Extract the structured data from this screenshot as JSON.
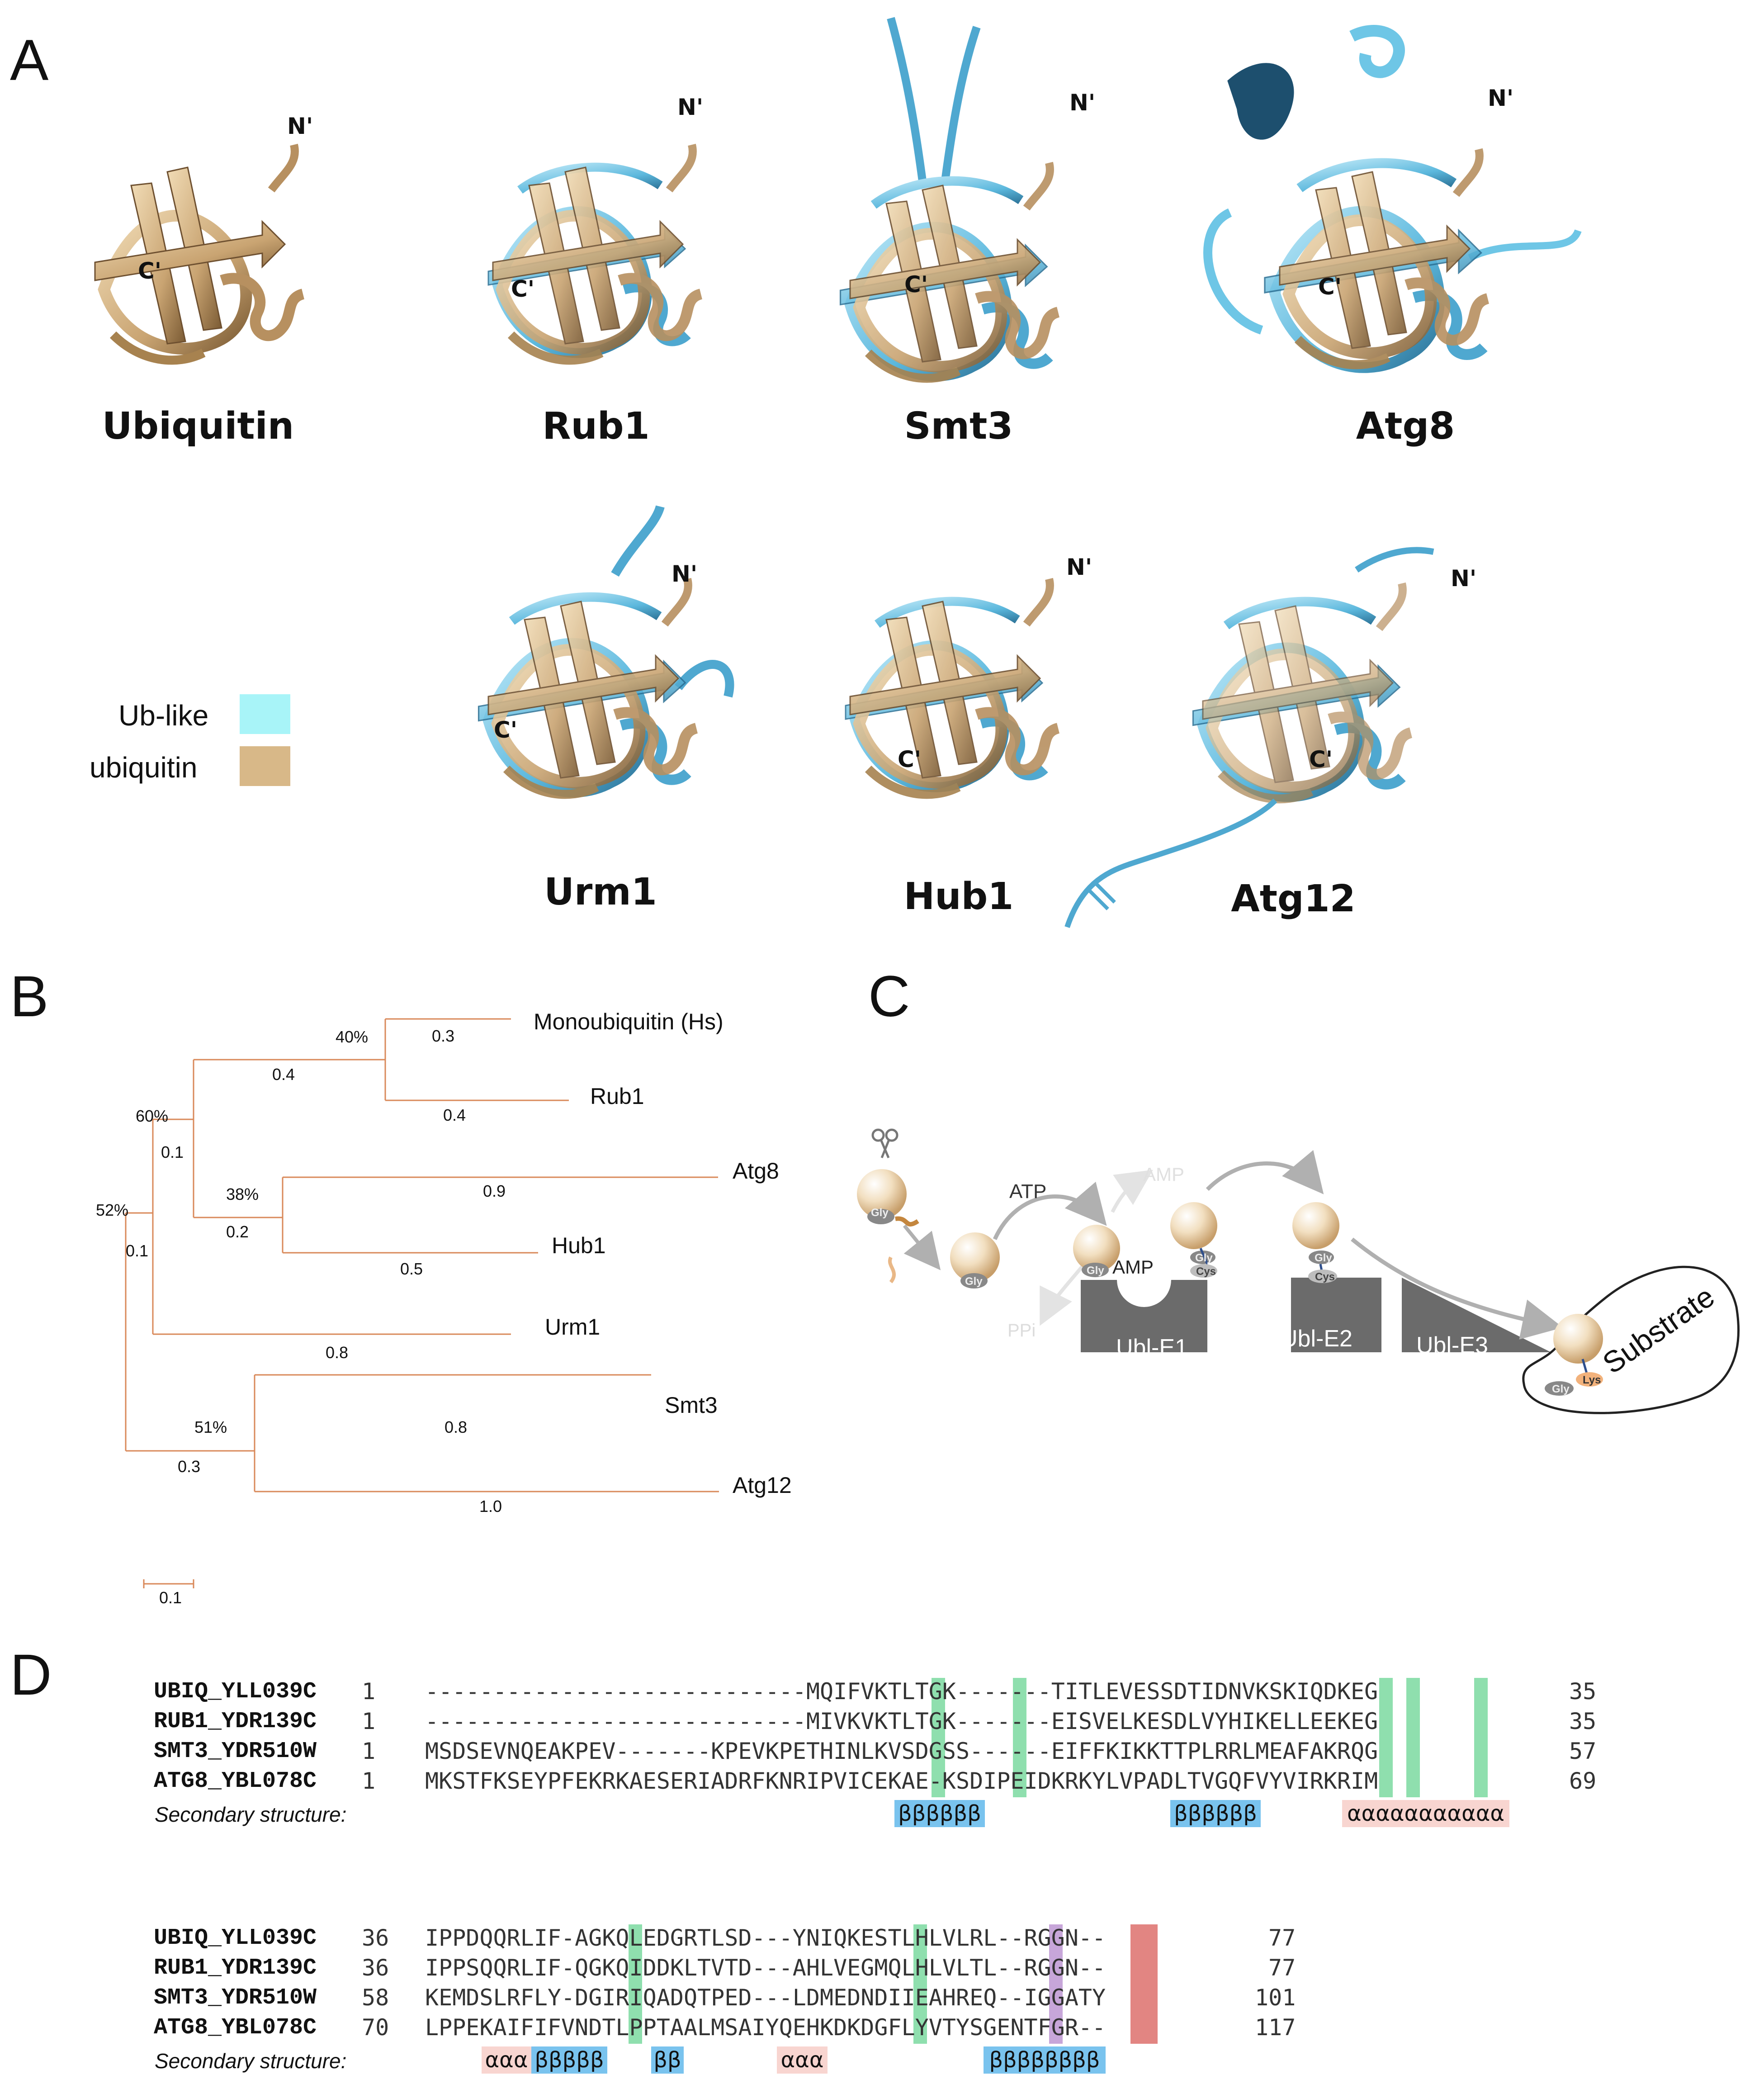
{
  "panel_letters": {
    "a": "A",
    "b": "B",
    "c": "C",
    "d": "D"
  },
  "panel_a": {
    "structures": [
      {
        "name": "Ubiquitin",
        "n_term": "N'",
        "c_term": "C'"
      },
      {
        "name": "Rub1",
        "n_term": "N'",
        "c_term": "C'"
      },
      {
        "name": "Smt3",
        "n_term": "N'",
        "c_term": "C'"
      },
      {
        "name": "Atg8",
        "n_term": "N'",
        "c_term": "C'"
      },
      {
        "name": "Urm1",
        "n_term": "N'",
        "c_term": "C'"
      },
      {
        "name": "Hub1",
        "n_term": "N'",
        "c_term": "C'"
      },
      {
        "name": "Atg12",
        "n_term": "N'",
        "c_term": "C'"
      }
    ],
    "legend": [
      {
        "label": "Ub-like",
        "color": "#a8f4f8"
      },
      {
        "label": "ubiquitin",
        "color": "#d8b888"
      }
    ],
    "colors": {
      "ubiquitin": "#d5b382",
      "ublike": "#6ec6e6",
      "ublike_dark": "#1d4f6e"
    }
  },
  "panel_b": {
    "leaves": [
      "Monoubiquitin (Hs)",
      "Rub1",
      "Atg8",
      "Hub1",
      "Urm1",
      "Smt3",
      "Atg12"
    ],
    "bootstrap": [
      "40%",
      "60%",
      "38%",
      "52%",
      "51%"
    ],
    "branch_lengths": [
      "0.3",
      "0.4",
      "0.4",
      "0.1",
      "0.9",
      "0.2",
      "0.5",
      "0.1",
      "0.8",
      "0.8",
      "0.3",
      "1.0"
    ],
    "scale_label": "0.1",
    "line_color": "#d9895a"
  },
  "panel_c": {
    "labels": {
      "atp": "ATP",
      "amp_top": "AMP",
      "amp": "AMP",
      "ppi": "PPi",
      "gly": "Gly",
      "cys": "Cys",
      "lys": "Lys",
      "e1": "Ubl-E1",
      "e2": "Ubl-E2",
      "e3": "Ubl-E3",
      "substrate": "Substrate"
    }
  },
  "panel_d": {
    "block1": [
      {
        "name": "UBIQ_YLL039C",
        "start": "1",
        "seq": "----------------------------MQIFVKTLTGK-------TITLEVESSDTIDNVKSKIQDKEG",
        "end": "35"
      },
      {
        "name": "RUB1_YDR139C",
        "start": "1",
        "seq": "----------------------------MIVKVKTLTGK-------EISVELKESDLVYHIKELLEEKEG",
        "end": "35"
      },
      {
        "name": "SMT3_YDR510W",
        "start": "1",
        "seq": "MSDSEVNQEAKPEV-------KPEVKPETHINLKVSDGSS------EIFFKIKKTTPLRRLMEAFAKRQG",
        "end": "57"
      },
      {
        "name": "ATG8_YBL078C",
        "start": "1",
        "seq": "MKSTFKSEYPFEKRKAESERIADRFKNRIPVICEKAE-KSDIPEIDKRKYLVPADLTVGQFVYVIRKRIM",
        "end": "69"
      }
    ],
    "block1_ss": [
      "ββββββ",
      "ββββββ",
      "ααααααααααα"
    ],
    "block2": [
      {
        "name": "UBIQ_YLL039C",
        "start": "36",
        "seq": "IPPDQQRLIF-AGKQLEDGRTLSD---YNIQKESTLHLVLRL--RGGN--",
        "end": "77"
      },
      {
        "name": "RUB1_YDR139C",
        "start": "36",
        "seq": "IPPSQQRLIF-QGKQIDDKLTVTD---AHLVEGMQLHLVLTL--RGGN--",
        "end": "77"
      },
      {
        "name": "SMT3_YDR510W",
        "start": "58",
        "seq": "KEMDSLRFLY-DGIRIQADQTPED---LDMEDNDIIEAHREQ--IGGATY",
        "end": "101"
      },
      {
        "name": "ATG8_YBL078C",
        "start": "70",
        "seq": "LPPEKAIFIFVNDTLPPTAALMSAIYQEHKDKDGFLYVTYSGENTFGR--",
        "end": "117"
      }
    ],
    "block2_ss": [
      "ααα",
      "βββββ",
      "ββ",
      "ααα",
      "ββββββββ"
    ],
    "ss_label": "Secondary structure",
    "ss_colon": ":",
    "highlight_colors": {
      "green": "#8fdfae",
      "purple": "#c7a6d9",
      "red": "#e28582",
      "beta": "#79c3ee",
      "alpha": "#f8d5d0"
    }
  }
}
